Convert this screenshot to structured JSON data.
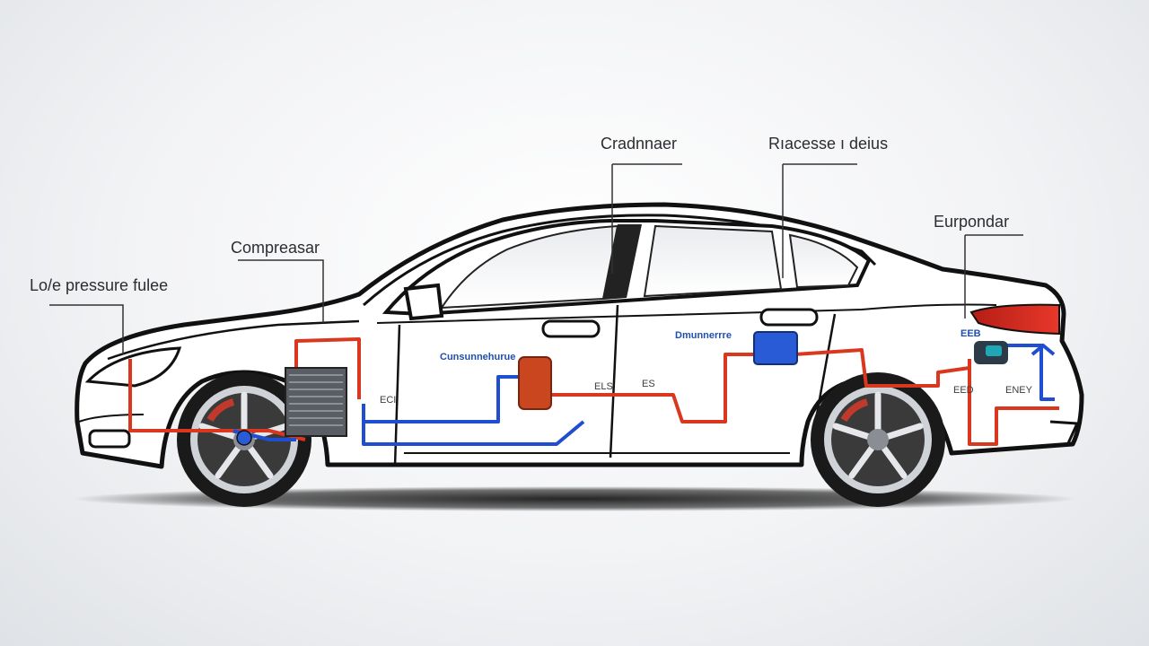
{
  "labels": {
    "condenser": "Cradnnaer",
    "receiver_drier": "Rıacesse ı deius",
    "compressor": "Compreasar",
    "low_pressure_tube": "Lo/e pressure fulee",
    "expander": "Eurpondar"
  },
  "tags": {
    "center_blue": "Cunsunnehurue",
    "blower_blue": "Dmunnerrre",
    "left_small": "ECI",
    "center_small_1": "ELS",
    "center_small_2": "ES",
    "rear_small_1": "EEB",
    "rear_small_2": "EED",
    "rear_small_3": "ENEY"
  },
  "colors": {
    "high_pressure_line": "#d9381e",
    "low_pressure_line": "#1f4fd0",
    "component_orange": "#c9461e",
    "component_blue": "#2a5bd7",
    "taillight": "#d62a1e",
    "car_outline": "#111111",
    "leader_line": "#333333"
  }
}
